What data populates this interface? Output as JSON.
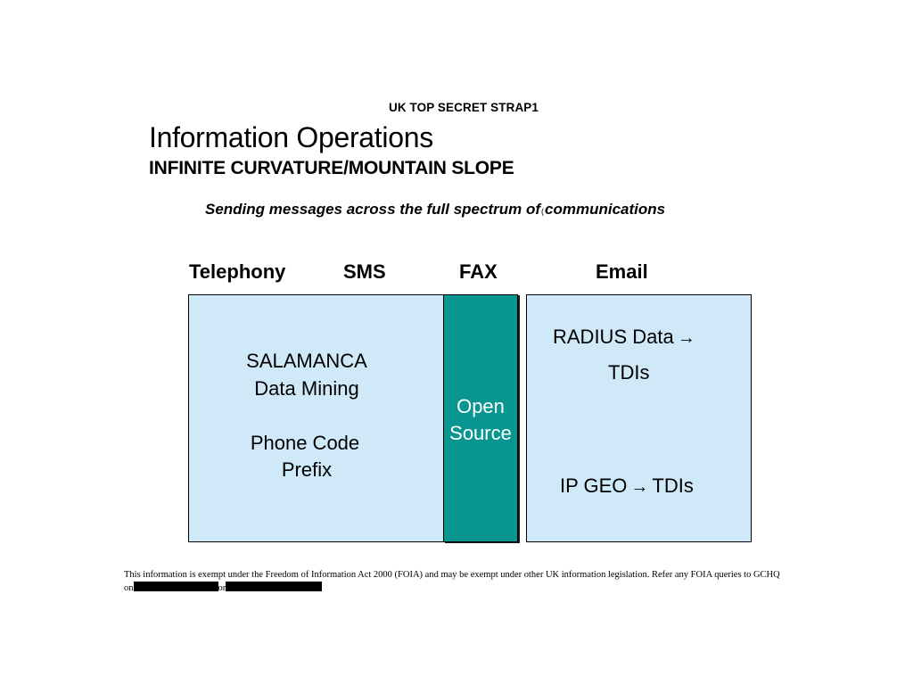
{
  "header": {
    "classification": "UK TOP SECRET STRAP1",
    "title": "Information Operations",
    "subtitle": "INFINITE CURVATURE/MOUNTAIN SLOPE",
    "tagline_part1": "Sending messages across the full spectrum of",
    "tagline_separator": "(",
    "tagline_part2": "communications"
  },
  "columns": {
    "telephony": "Telephony",
    "sms": "SMS",
    "fax": "FAX",
    "email": "Email"
  },
  "left_box": {
    "line1": "SALAMANCA",
    "line2": "Data Mining",
    "line3": "Phone Code",
    "line4": "Prefix"
  },
  "middle_box": {
    "line1": "Open",
    "line2": "Source"
  },
  "right_box": {
    "radius_label": "RADIUS Data",
    "arrow": "→",
    "tdis_1": "TDIs",
    "ip_geo_label": "IP GEO",
    "tdis_2": "TDIs"
  },
  "footer": {
    "text": "This information is exempt under the Freedom of Information Act 2000 (FOIA) and may be exempt under other UK information legislation. Refer any FOIA queries to GCHQ",
    "on_label": "on",
    "or_label": "or"
  },
  "colors": {
    "light_box": "#cfe9f8",
    "teal_box": "#099691",
    "redaction": "#000000"
  }
}
